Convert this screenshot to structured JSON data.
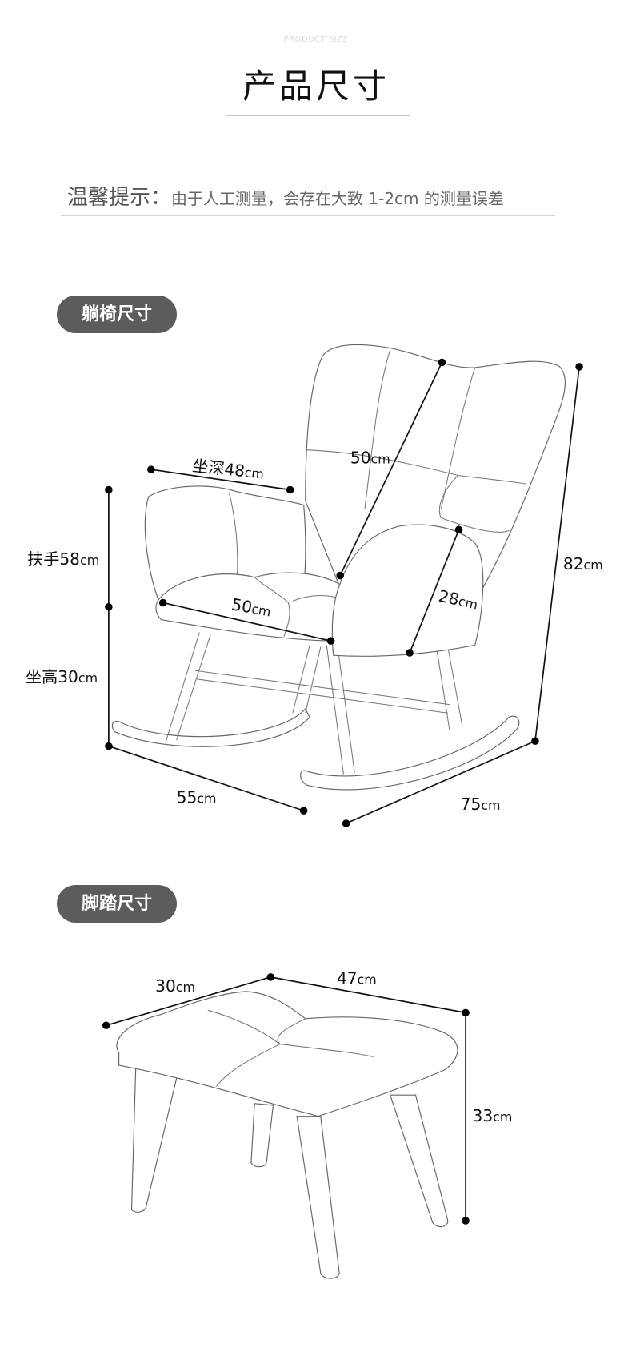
{
  "header": {
    "subtitle": "PRODUCT SIZE",
    "title": "产品尺寸"
  },
  "tip": {
    "label": "温馨提示：",
    "text": "由于人工测量，会存在大致 1-2cm 的测量误差"
  },
  "chair": {
    "section_label": "躺椅尺寸",
    "dims": {
      "seat_depth": "坐深48",
      "back_height": "50",
      "total_height": "82",
      "armrest": "扶手58",
      "seat_height": "坐高30",
      "depth": "55",
      "width": "75",
      "seat_width": "50",
      "arm_width": "28"
    }
  },
  "ottoman": {
    "section_label": "脚踏尺寸",
    "dims": {
      "depth": "30",
      "width": "47",
      "height": "33"
    }
  },
  "unit": "cm"
}
